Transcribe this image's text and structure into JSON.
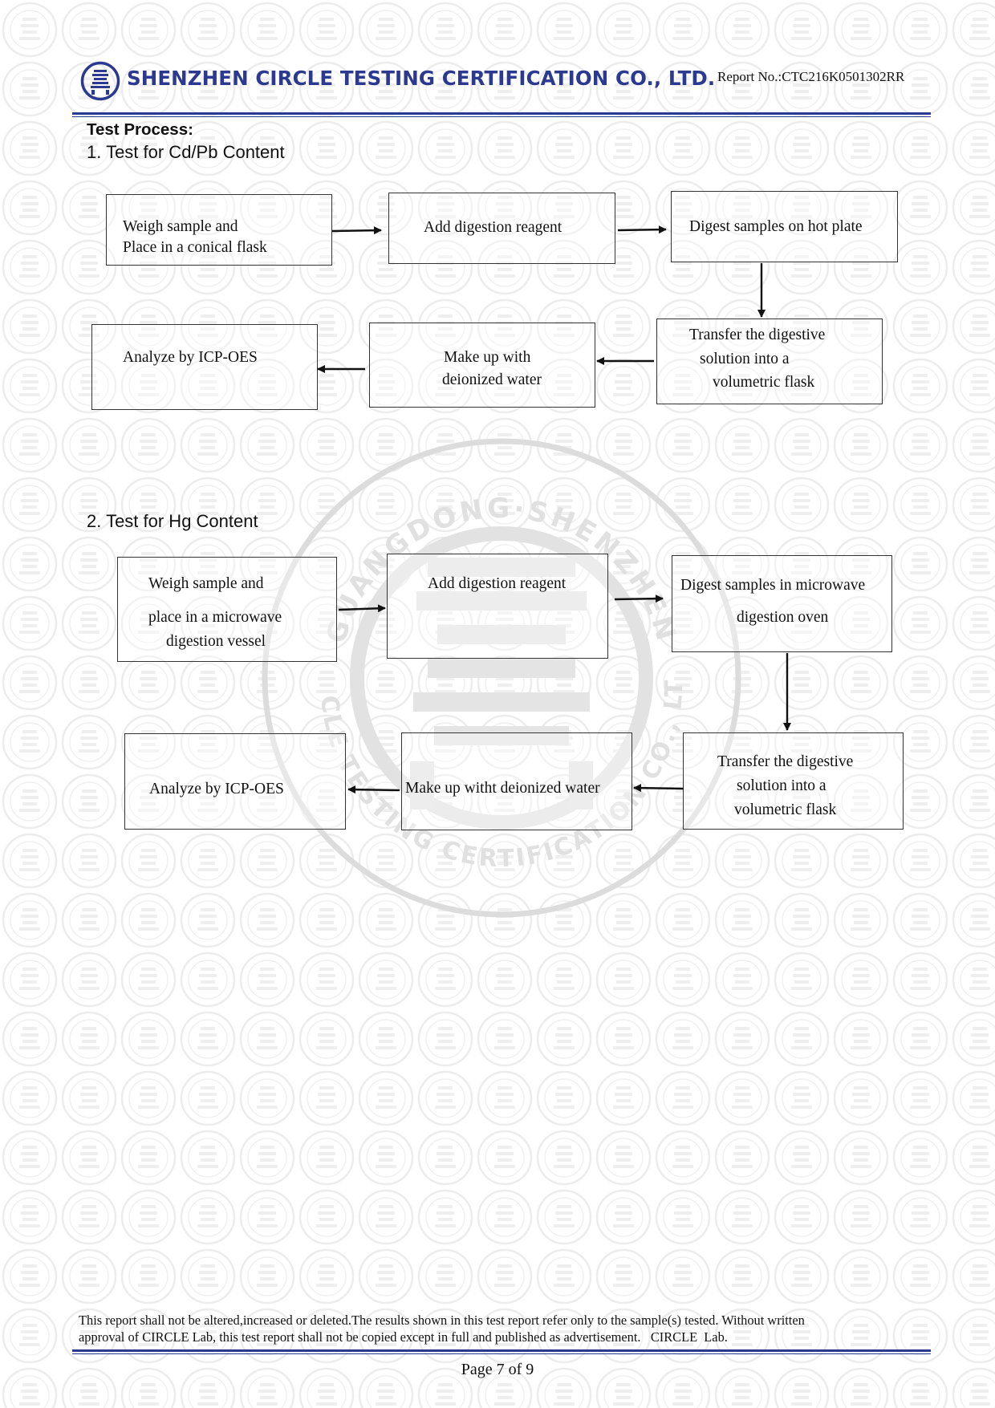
{
  "header": {
    "company_name": "SHENZHEN CIRCLE TESTING CERTIFICATION CO., LTD.",
    "report_no": "Report No.:CTC216K0501302RR",
    "brand_color": "#2b3990"
  },
  "watermark": {
    "top_arc": "GUANGDONG·SHENZHEN",
    "bottom_arc": "CIRCLE TESTING CERTIFICATION CO., LTD."
  },
  "section": {
    "title": "Test Process:",
    "subsections": [
      {
        "heading": "1. Test for Cd/Pb Content",
        "steps": [
          {
            "lines": [
              "Weigh sample and",
              "Place in a conical flask"
            ]
          },
          {
            "lines": [
              "Add digestion reagent"
            ]
          },
          {
            "lines": [
              "Digest samples on hot plate"
            ]
          },
          {
            "lines": [
              "Transfer the digestive",
              "solution into a",
              "volumetric flask"
            ]
          },
          {
            "lines": [
              "Make up with",
              "deionized water"
            ]
          },
          {
            "lines": [
              "Analyze by ICP-OES"
            ]
          }
        ]
      },
      {
        "heading": "2. Test for Hg Content",
        "steps": [
          {
            "lines": [
              "Weigh sample and",
              "place in a microwave",
              "digestion vessel"
            ]
          },
          {
            "lines": [
              "Add digestion reagent"
            ]
          },
          {
            "lines": [
              "Digest samples in microwave",
              "digestion oven"
            ]
          },
          {
            "lines": [
              "Transfer the digestive",
              "solution into a",
              "volumetric flask"
            ]
          },
          {
            "lines": [
              "Make up witht deionized water"
            ]
          },
          {
            "lines": [
              "Analyze by ICP-OES"
            ]
          }
        ]
      }
    ]
  },
  "footer": {
    "disclaimer_line1": "This report shall not be altered,increased or deleted.The results shown in this test report refer only to the sample(s) tested. Without written",
    "disclaimer_line2": "approval of CIRCLE Lab, this test report shall not be copied except in full and published as advertisement.   CIRCLE  Lab.",
    "page": "Page 7 of 9"
  }
}
